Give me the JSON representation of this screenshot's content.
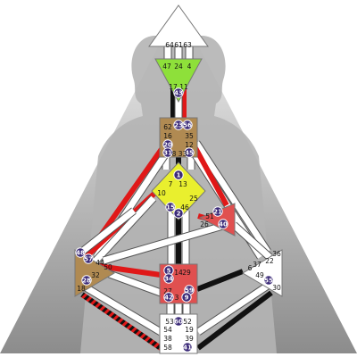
{
  "palette": {
    "background_light": "#e9e9e9",
    "background_dark": "#8e8e8e",
    "silhouette": "#b9b9b9",
    "channel_fill": "#ffffff",
    "channel_outline": "#555555",
    "defined_red": "#e01818",
    "defined_black": "#111111",
    "head_center": "#ffffff",
    "ajna_center": "#8ee03a",
    "throat_center": "#b08a52",
    "g_center": "#e9ef2e",
    "heart_center": "#e05050",
    "spleen_center": "#b08a52",
    "sacral_center": "#e05050",
    "solar_center": "#ffffff",
    "root_center": "#ffffff",
    "circle_fill": "#3b2a78"
  },
  "centers": [
    {
      "name": "head",
      "color": "#ffffff",
      "gates": [
        "64",
        "61",
        "63"
      ],
      "activated": []
    },
    {
      "name": "ajna",
      "color": "#8ee03a",
      "gates": [
        "47",
        "24",
        "4",
        "17",
        "11"
      ],
      "activated": [
        "43"
      ]
    },
    {
      "name": "throat",
      "color": "#b08a52",
      "gates": [
        "62",
        "16",
        "35",
        "12"
      ],
      "activated": [
        "23",
        "56",
        "20",
        "31",
        "45"
      ],
      "inner": "8 33"
    },
    {
      "name": "g",
      "color": "#e9ef2e",
      "gates": [
        "7",
        "13",
        "10",
        "25",
        "46"
      ],
      "activated": [
        "1",
        "15",
        "2"
      ]
    },
    {
      "name": "heart",
      "color": "#e05050",
      "gates": [
        "51",
        "26"
      ],
      "activated": [
        "21",
        "40"
      ]
    },
    {
      "name": "spleen",
      "color": "#b08a52",
      "gates": [
        "44",
        "50",
        "32",
        "18"
      ],
      "activated": [
        "48",
        "57",
        "28"
      ]
    },
    {
      "name": "sacral",
      "color": "#e05050",
      "gates": [
        "14",
        "29",
        "27",
        "3"
      ],
      "activated": [
        "5",
        "34",
        "42",
        "59",
        "9"
      ]
    },
    {
      "name": "solar",
      "color": "#ffffff",
      "gates": [
        "36",
        "22",
        "6",
        "37",
        "49",
        "30"
      ],
      "activated": [
        "55"
      ]
    },
    {
      "name": "root",
      "color": "#ffffff",
      "gates": [
        "53",
        "52",
        "54",
        "19",
        "38",
        "39",
        "58"
      ],
      "activated": [
        "60",
        "41"
      ]
    }
  ]
}
